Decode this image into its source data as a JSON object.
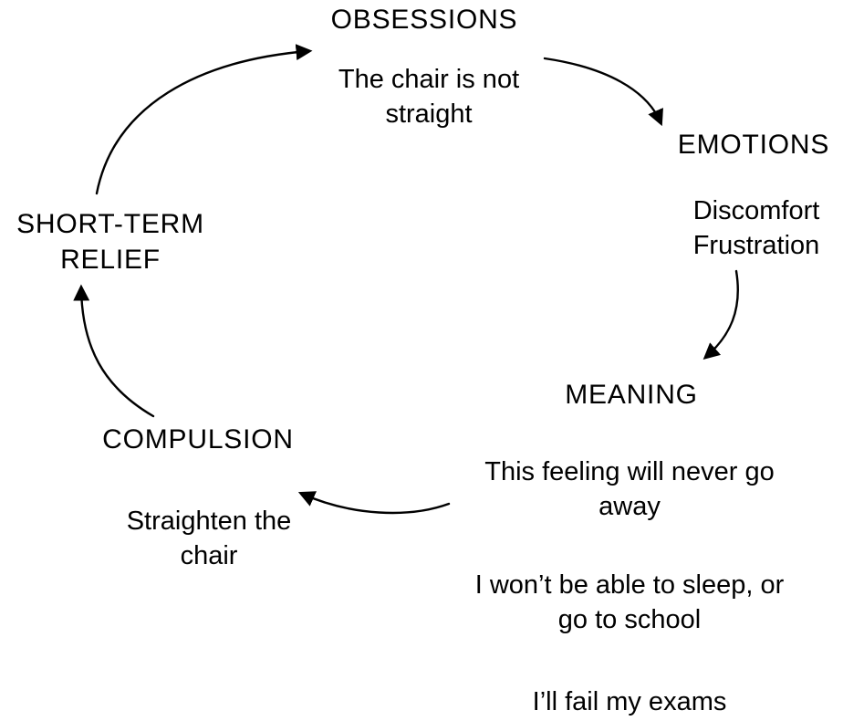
{
  "nodes": {
    "obsessions": {
      "label": "OBSESSIONS",
      "example": [
        "The chair is not",
        "straight"
      ]
    },
    "emotions": {
      "label": "EMOTIONS",
      "example": [
        "Discomfort",
        "Frustration"
      ]
    },
    "meaning": {
      "label": "MEANING",
      "thought1": [
        "This feeling will never go",
        "away"
      ],
      "thought2": [
        "I won’t be able to sleep, or",
        "go to school"
      ],
      "thought3": [
        "I’ll fail my exams"
      ]
    },
    "compulsion": {
      "label": "COMPULSION",
      "example": [
        "Straighten the",
        "chair"
      ]
    },
    "short_term_relief": {
      "label": [
        "SHORT-TERM",
        "RELIEF"
      ]
    }
  },
  "edges": [
    {
      "from": "OBSESSIONS",
      "to": "EMOTIONS"
    },
    {
      "from": "EMOTIONS",
      "to": "MEANING"
    },
    {
      "from": "MEANING",
      "to": "COMPULSION"
    },
    {
      "from": "COMPULSION",
      "to": "SHORT-TERM RELIEF"
    },
    {
      "from": "SHORT-TERM RELIEF",
      "to": "OBSESSIONS"
    }
  ],
  "colors": {
    "text": "#000000",
    "arrow": "#000000",
    "background": "#ffffff"
  }
}
